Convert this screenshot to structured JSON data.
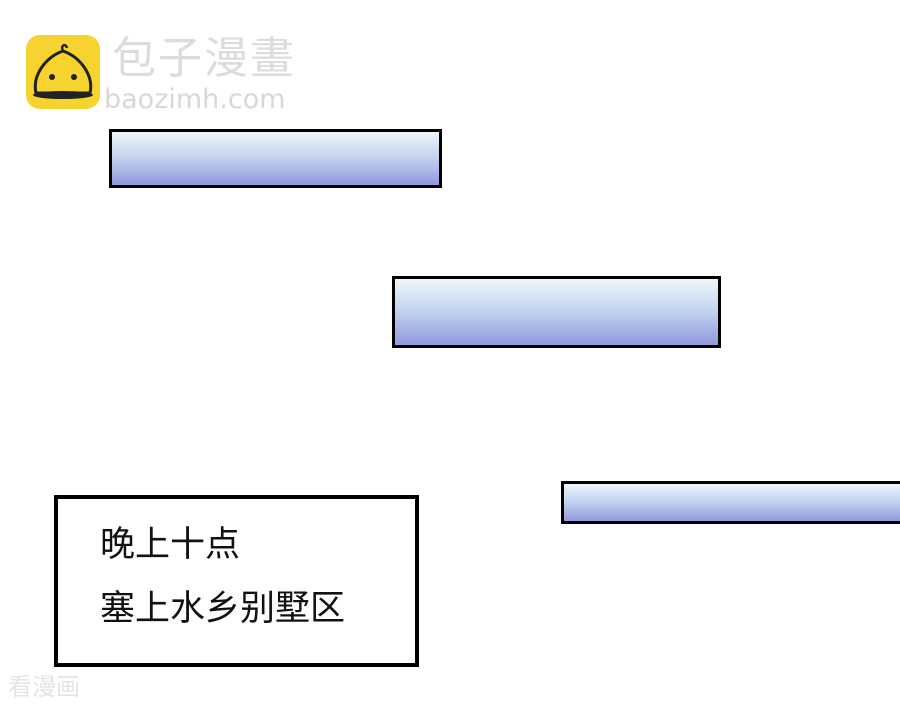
{
  "watermark": {
    "brand_cn": "包子漫畫",
    "brand_url": "baozimh.com",
    "logo_icon": "steamed-bun-icon",
    "logo_color": "#f7d330",
    "bottom_mark": "看漫画"
  },
  "caption": {
    "line1": "晚上十点",
    "line2": "塞上水乡别墅区"
  }
}
